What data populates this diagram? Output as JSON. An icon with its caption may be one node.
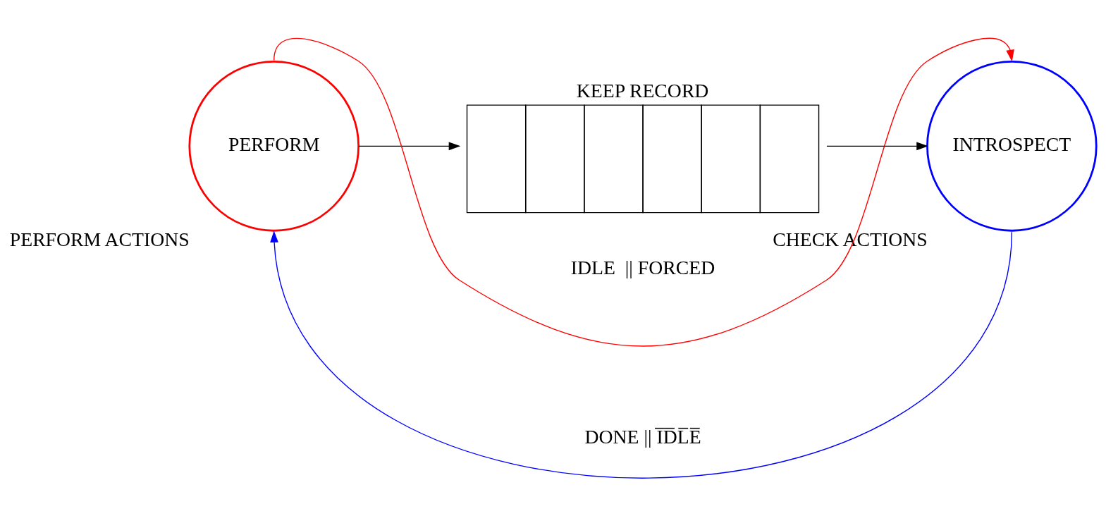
{
  "diagram": {
    "nodes": [
      {
        "text": [
          "PERFORM"
        ],
        "beside": [
          "PERFORM ACTIONS"
        ]
      },
      {
        "text": [
          "KEEP RECORD"
        ]
      },
      {
        "text": [
          "INTROSPECT"
        ],
        "beside": [
          "CHECK ACTIONS"
        ]
      }
    ],
    "edges": [
      {
        "from": 0,
        "to": 1,
        "arrow": "to"
      },
      {
        "from": 1,
        "to": 2,
        "arrow": "to"
      },
      {
        "from": 0,
        "to": 2,
        "arrow": "to",
        "label": "IDLE  || FORCED",
        "color": "#ff0000"
      },
      {
        "from": 2,
        "to": 0,
        "arrow": "to",
        "label": "DONE || I̅D̅L̅E̅",
        "color": "#0000ff"
      }
    ]
  }
}
